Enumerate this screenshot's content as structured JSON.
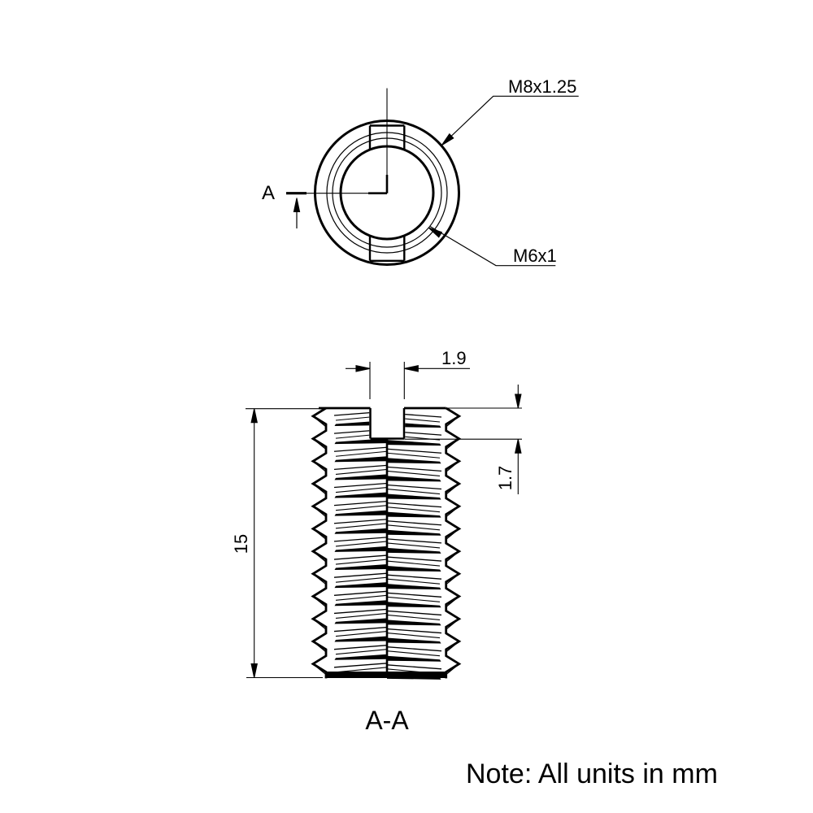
{
  "drawing": {
    "top_view": {
      "section_label": "A",
      "outer_thread_label": "M8x1.25",
      "inner_thread_label": "M6x1"
    },
    "section_view": {
      "title": "A-A",
      "dim_slot_width_mm": "1.9",
      "dim_slot_depth_mm": "1.7",
      "dim_height_mm": "15"
    },
    "note": "Note: All units in mm",
    "colors": {
      "line": "#000000",
      "background": "#ffffff"
    }
  }
}
